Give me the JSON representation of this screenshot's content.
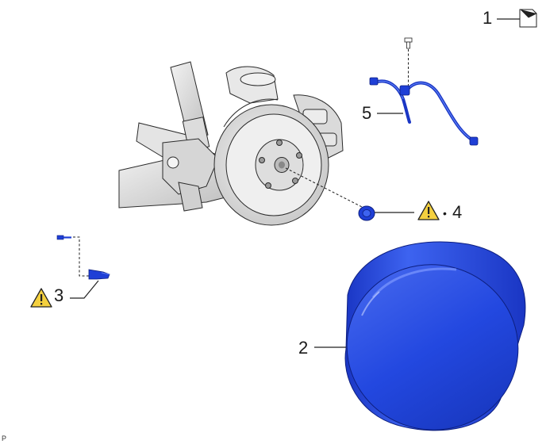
{
  "callouts": {
    "c1": "1",
    "c2": "2",
    "c3": "3",
    "c4": "4",
    "c5": "5"
  },
  "marks": {
    "bullet": "•",
    "corner_code": "P"
  },
  "icons": {
    "warning": "warning-triangle-icon",
    "part_box": "part-document-icon"
  },
  "colors": {
    "part_blue": "#1f3fd6",
    "warning_yellow": "#f4d03f",
    "assembly_gray": "#d9d9d9"
  }
}
